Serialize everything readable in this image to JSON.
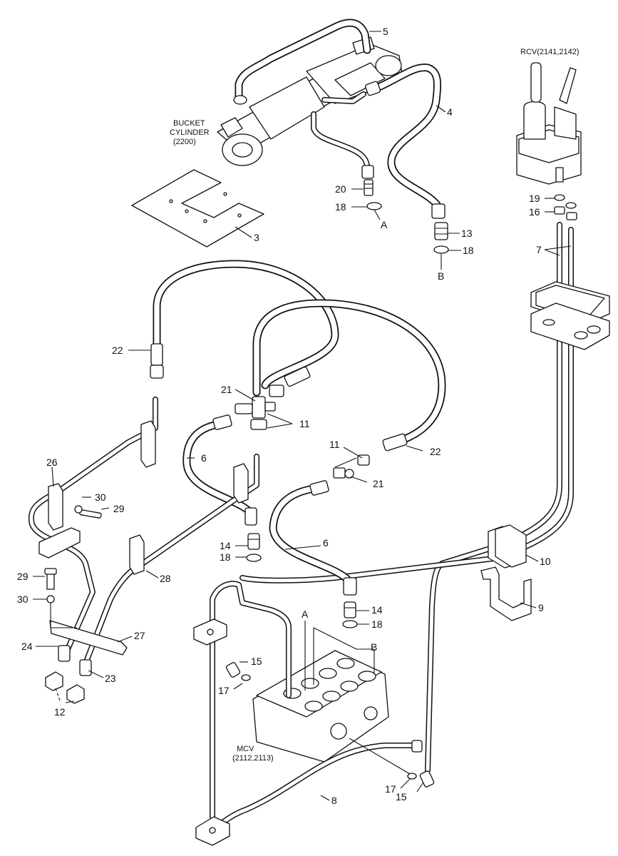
{
  "captions": {
    "bucket_cylinder": [
      "BUCKET",
      "CYLINDER",
      "(2200)"
    ],
    "rcv": "RCV(2141,2142)",
    "mcv": [
      "MCV",
      "(2112,2113)"
    ]
  },
  "callouts": {
    "p3": "3",
    "p4": "4",
    "p5": "5",
    "p6a": "6",
    "p6b": "6",
    "p7": "7",
    "p8": "8",
    "p9": "9",
    "p10": "10",
    "p11a": "11",
    "p11b": "11",
    "p12": "12",
    "p13": "13",
    "p14a": "14",
    "p14b": "14",
    "p15a": "15",
    "p15b": "15",
    "p16": "16",
    "p17a": "17",
    "p17b": "17",
    "p18a": "18",
    "p18b": "18",
    "p18c": "18",
    "p18d": "18",
    "p19": "19",
    "p20": "20",
    "p21a": "21",
    "p21b": "21",
    "p22a": "22",
    "p22b": "22",
    "p23": "23",
    "p24": "24",
    "p26": "26",
    "p27": "27",
    "p28": "28",
    "p29a": "29",
    "p29b": "29",
    "p30a": "30",
    "p30b": "30"
  },
  "connection_marks": {
    "upper_a": "A",
    "upper_b": "B",
    "lower_a": "A",
    "lower_b": "B"
  }
}
